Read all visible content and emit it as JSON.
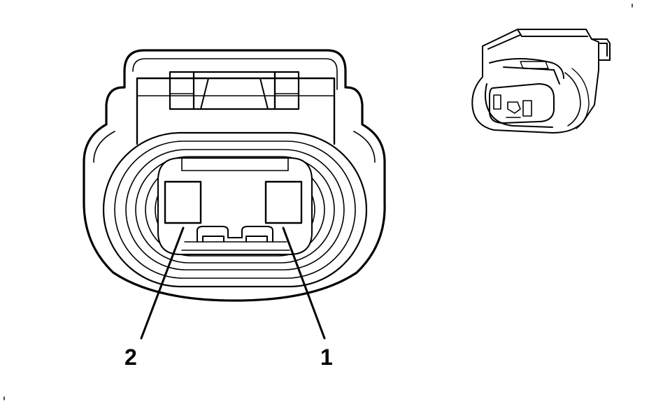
{
  "callouts": [
    {
      "id": "pin-1",
      "label": "1"
    },
    {
      "id": "pin-2",
      "label": "2"
    }
  ],
  "colors": {
    "ink": "#000000",
    "paper": "#ffffff"
  }
}
